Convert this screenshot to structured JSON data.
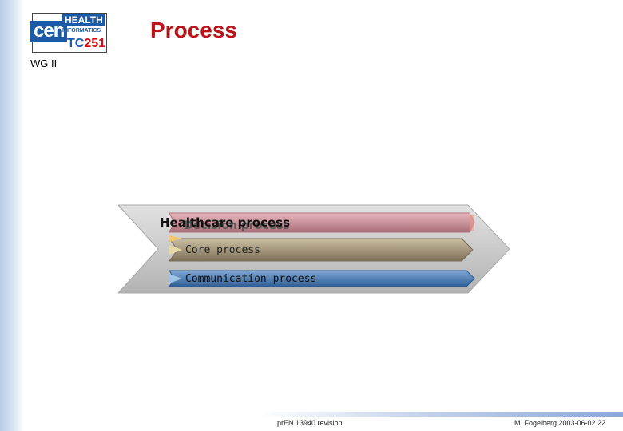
{
  "slide": {
    "title": "Process",
    "subtitle": "WG II"
  },
  "logo": {
    "cen": "cen",
    "health": "HEALTH",
    "informatics": "INFORMATICS",
    "tc_prefix": "TC",
    "tc_number": "251"
  },
  "diagram": {
    "healthcare_label": "Healthcare process",
    "decision_label": "Decision process",
    "core_label": "Core process",
    "communication_label": "Communication process",
    "colors": {
      "outer_arrow": "#c9c9c9",
      "decision": "#c98a93",
      "core": "#9e8f72",
      "communication": "#4f7fb5"
    }
  },
  "footer": {
    "left": "prEN 13940 revision",
    "right": "M. Fogelberg 2003-06-02  22"
  }
}
